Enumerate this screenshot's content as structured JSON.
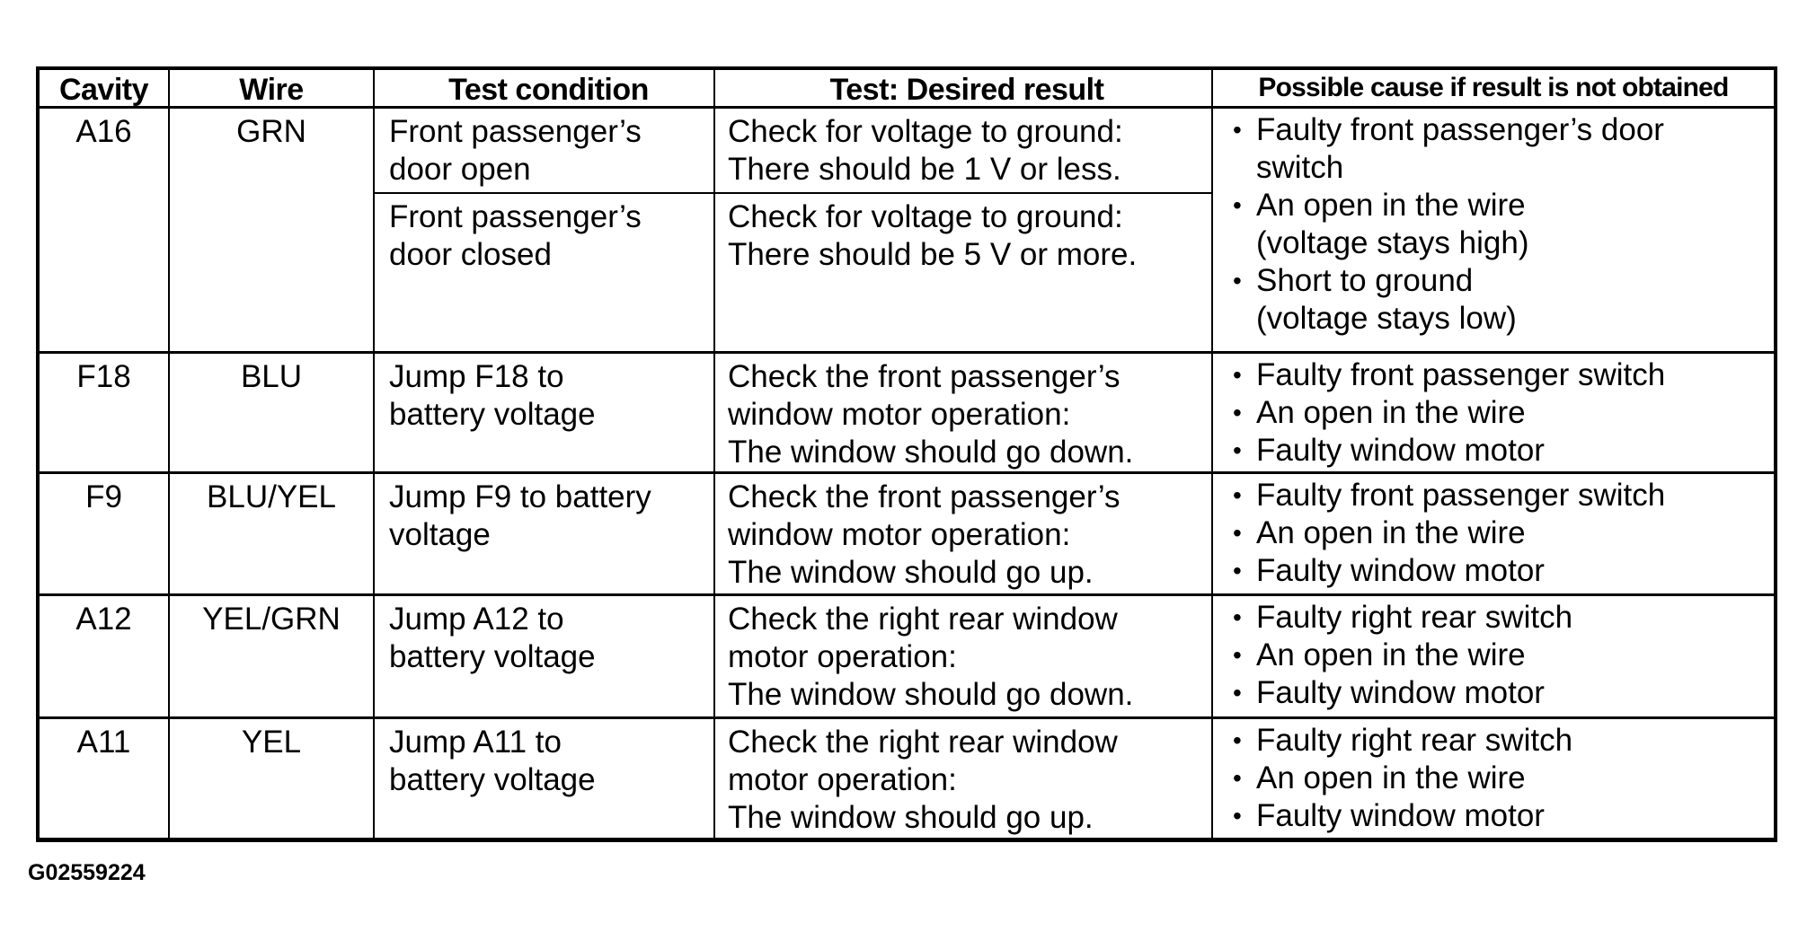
{
  "page": {
    "figure_id": "G02559224"
  },
  "table": {
    "bullet": "•",
    "headers": {
      "cavity": "Cavity",
      "wire": "Wire",
      "condition": "Test condition",
      "result": "Test: Desired result",
      "cause": "Possible cause if result is not obtained"
    },
    "rows": [
      {
        "cavity": "A16",
        "wire": "GRN",
        "tests": [
          {
            "condition": "Front passenger’s\ndoor open",
            "result": "Check for voltage to ground:\nThere should be 1 V or less."
          },
          {
            "condition": "Front passenger’s\ndoor closed",
            "result": "Check for voltage to ground:\nThere should be 5 V or more."
          }
        ],
        "causes": [
          "Faulty front passenger’s door\nswitch",
          "An open in the wire\n(voltage stays high)",
          "Short to ground\n(voltage stays low)"
        ]
      },
      {
        "cavity": "F18",
        "wire": "BLU",
        "tests": [
          {
            "condition": "Jump F18 to\nbattery voltage",
            "result": "Check the front passenger’s\nwindow motor operation:\nThe window should go down."
          }
        ],
        "causes": [
          "Faulty front passenger switch",
          "An open in the wire",
          "Faulty window motor"
        ]
      },
      {
        "cavity": "F9",
        "wire": "BLU/YEL",
        "tests": [
          {
            "condition": "Jump F9 to battery\nvoltage",
            "result": "Check the front passenger’s\nwindow motor operation:\nThe window should go up."
          }
        ],
        "causes": [
          "Faulty front passenger switch",
          "An open in the wire",
          "Faulty window motor"
        ]
      },
      {
        "cavity": "A12",
        "wire": "YEL/GRN",
        "tests": [
          {
            "condition": "Jump A12 to\nbattery voltage",
            "result": "Check the right rear window\nmotor operation:\nThe window should go down."
          }
        ],
        "causes": [
          "Faulty right rear switch",
          "An open in the wire",
          "Faulty window motor"
        ]
      },
      {
        "cavity": "A11",
        "wire": "YEL",
        "tests": [
          {
            "condition": "Jump A11 to\nbattery voltage",
            "result": "Check the right rear window\nmotor operation:\nThe window should go up."
          }
        ],
        "causes": [
          "Faulty right rear switch",
          "An open in the wire",
          "Faulty window motor"
        ]
      }
    ]
  }
}
